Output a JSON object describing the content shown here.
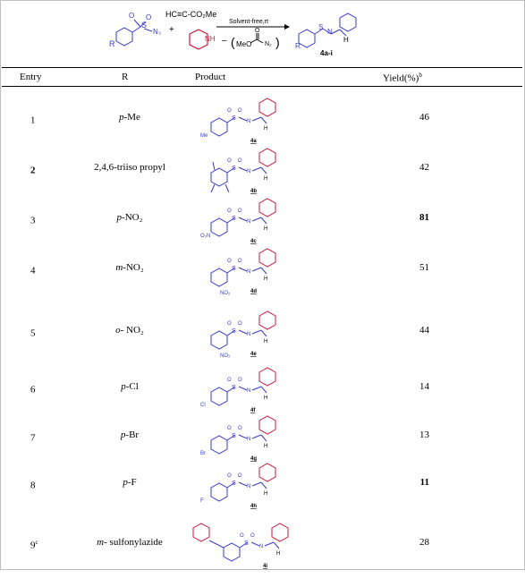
{
  "scheme": {
    "reagent_alkyne": "HC≡C-CO₂Me",
    "plus": "+",
    "condition": "Solvent-free,rt",
    "byproduct": "MeO",
    "byproduct_n2": "N₂",
    "r_label": "R",
    "n3_label": "N₃",
    "nh_label": "NH",
    "product_label": "4a-i"
  },
  "headers": {
    "entry": "Entry",
    "r": "R",
    "product": "Product",
    "yield": "Yield(%)",
    "yield_sup": "b"
  },
  "rows": [
    {
      "entry": "1",
      "entry_sup": "",
      "r_italic": "p",
      "r_rest": "-Me",
      "r_plain": "",
      "label": "4a",
      "yield": "46",
      "yield_bold": false,
      "entry_bold": false
    },
    {
      "entry": "2",
      "entry_sup": "",
      "r_italic": "",
      "r_rest": "",
      "r_plain": "2,4,6-triiso propyl",
      "label": "4b",
      "yield": "42",
      "yield_bold": false,
      "entry_bold": true
    },
    {
      "entry": "3",
      "entry_sup": "",
      "r_italic": "p",
      "r_rest": "-NO₂",
      "r_plain": "",
      "label": "4c",
      "yield": "81",
      "yield_bold": true,
      "entry_bold": false
    },
    {
      "entry": "4",
      "entry_sup": "",
      "r_italic": "m",
      "r_rest": "-NO₂",
      "r_plain": "",
      "label": "4d",
      "yield": "51",
      "yield_bold": false,
      "entry_bold": false
    },
    {
      "entry": "5",
      "entry_sup": "",
      "r_italic": "o",
      "r_rest": "- NO₂",
      "r_plain": "",
      "label": "4e",
      "yield": "44",
      "yield_bold": false,
      "entry_bold": false
    },
    {
      "entry": "6",
      "entry_sup": "",
      "r_italic": "p",
      "r_rest": "-Cl",
      "r_plain": "",
      "label": "4f",
      "yield": "14",
      "yield_bold": false,
      "entry_bold": false
    },
    {
      "entry": "7",
      "entry_sup": "",
      "r_italic": "p",
      "r_rest": "-Br",
      "r_plain": "",
      "label": "4g",
      "yield": "13",
      "yield_bold": false,
      "entry_bold": false
    },
    {
      "entry": "8",
      "entry_sup": "",
      "r_italic": "p",
      "r_rest": "-F",
      "r_plain": "",
      "label": "4h",
      "yield": "11",
      "yield_bold": true,
      "entry_bold": false
    },
    {
      "entry": "9",
      "entry_sup": "c",
      "r_italic": "m",
      "r_rest": "- sulfonylazide",
      "r_plain": "",
      "label": "4i",
      "yield": "28",
      "yield_bold": false,
      "entry_bold": false
    }
  ],
  "substituent_labels": {
    "r1": "Me",
    "r3": "O₂N",
    "r4": "NO₂",
    "r5": "NO₂",
    "r6": "Cl",
    "r7": "Br",
    "r8": "F"
  },
  "colors": {
    "structure": "#3a3ad0",
    "amine": "#d0143c",
    "line": "#000000"
  }
}
